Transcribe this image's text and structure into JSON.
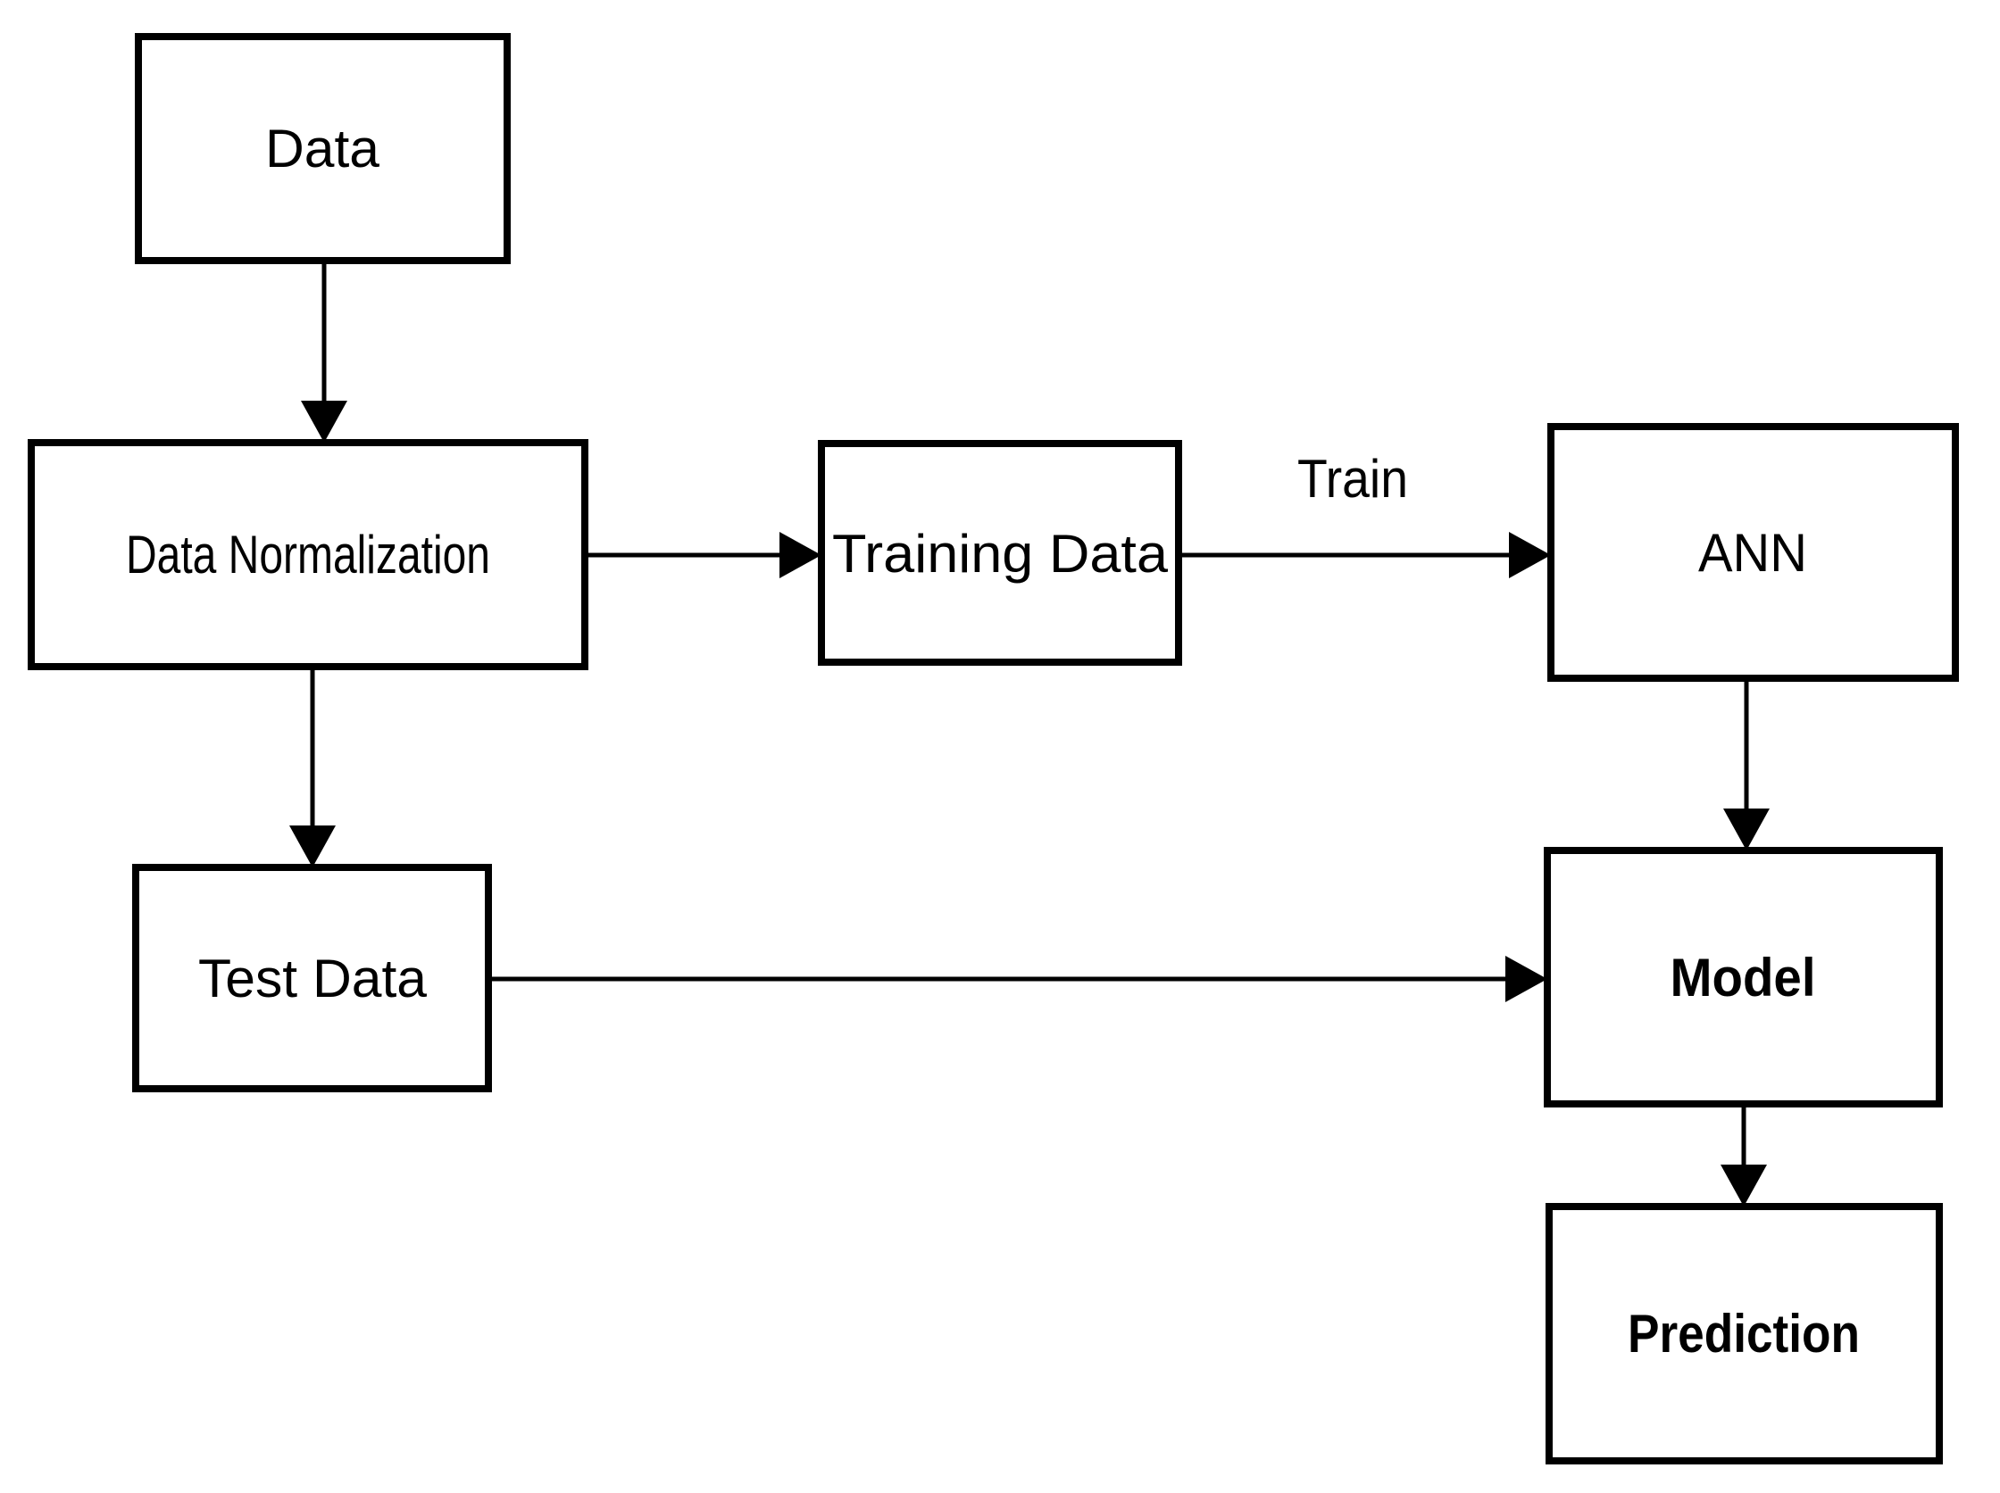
{
  "figure": {
    "background_color": "#ffffff",
    "ink_color": "#000000"
  },
  "diagram": {
    "type": "flowchart",
    "nodes": [
      {
        "id": "data",
        "label": "Data"
      },
      {
        "id": "data-normalization",
        "label": "Data Normalization"
      },
      {
        "id": "training-data",
        "label": "Training Data"
      },
      {
        "id": "ann",
        "label": "ANN"
      },
      {
        "id": "test-data",
        "label": "Test Data"
      },
      {
        "id": "model",
        "label": "Model"
      },
      {
        "id": "prediction",
        "label": "Prediction"
      }
    ],
    "edges": [
      {
        "from": "data",
        "to": "data-normalization"
      },
      {
        "from": "data-normalization",
        "to": "training-data"
      },
      {
        "from": "training-data",
        "to": "ann",
        "label": "Train"
      },
      {
        "from": "data-normalization",
        "to": "test-data"
      },
      {
        "from": "test-data",
        "to": "model"
      },
      {
        "from": "ann",
        "to": "model"
      },
      {
        "from": "model",
        "to": "prediction"
      }
    ]
  }
}
